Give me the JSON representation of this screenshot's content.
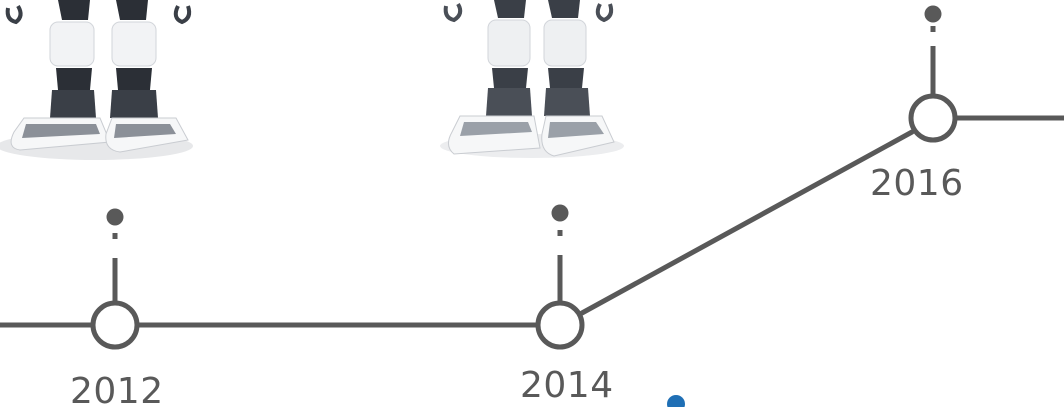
{
  "timeline": {
    "milestones": [
      {
        "year": "2012"
      },
      {
        "year": "2014"
      },
      {
        "year": "2016"
      }
    ]
  },
  "colors": {
    "line": "#595959",
    "node_fill": "#ffffff",
    "accent_dot": "#1f6fb5",
    "robot_white": "#f2f3f5",
    "robot_dark": "#2b2f36"
  },
  "images": {
    "robot_left": "robot-legs-icon",
    "robot_right": "robot-legs-icon"
  }
}
